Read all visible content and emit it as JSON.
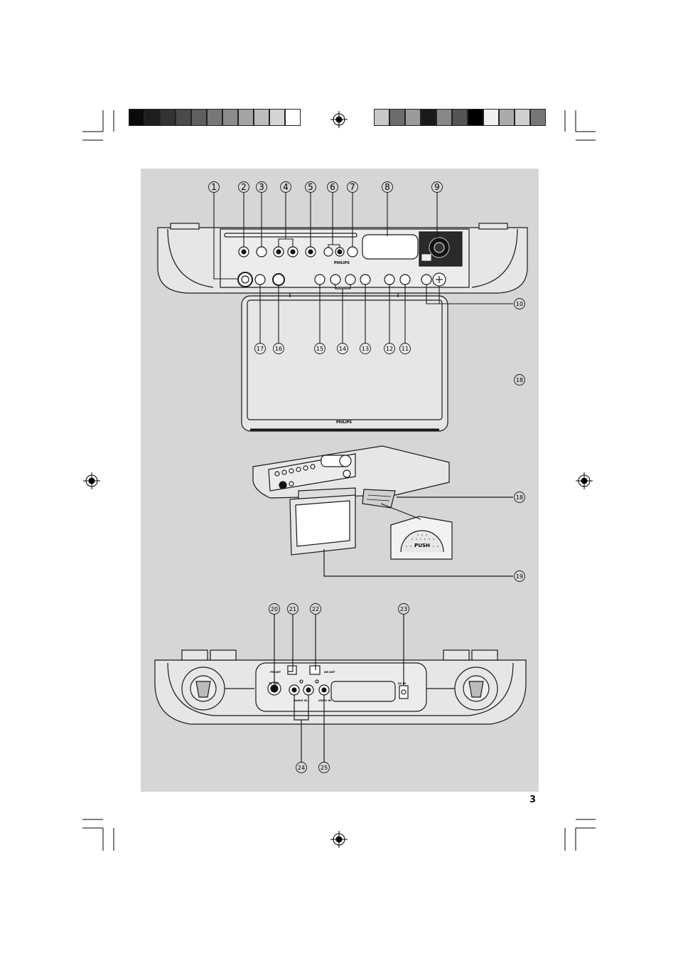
{
  "page": {
    "number": "3"
  },
  "print_marks": {
    "left_swatches": [
      "#0a0a0a",
      "#1e1e1e",
      "#333333",
      "#4a4a4a",
      "#5f5f5f",
      "#777777",
      "#8c8c8c",
      "#a3a3a3",
      "#bcbcbc",
      "#d4d4d4",
      "#ffffff"
    ],
    "right_swatches": [
      "#c8c8c8",
      "#6c6c6c",
      "#9a9a9a",
      "#1a1a1a",
      "#888888",
      "#555555",
      "#000000",
      "#f0f0f0",
      "#aaaaaa",
      "#d0d0d0",
      "#777777"
    ]
  },
  "colors": {
    "panel": "#d6d6d6",
    "device_body": "#e6e6e6",
    "line": "#1a1a1a"
  },
  "top_view": {
    "brand_cd": "PHILIPS",
    "brand_screen": "PHILIPS",
    "callouts_top": [
      "1",
      "2",
      "3",
      "4",
      "5",
      "6",
      "7",
      "8",
      "9"
    ],
    "callouts_bottom": [
      "17",
      "16",
      "15",
      "14",
      "13",
      "12",
      "11"
    ],
    "callout_right_10": "10",
    "callout_right_18": "18"
  },
  "middle_view": {
    "push_label": "PUSH",
    "callout_18": "18",
    "callout_19": "19"
  },
  "rear_view": {
    "labels": {
      "tv_ant": "TV ANT",
      "fm_ant": "FM ANT",
      "am_ant": "AM ANT",
      "dc_in": "DC IN",
      "audio_in": "AUDIO IN L",
      "video_in": "VIDEO IN"
    },
    "callouts_top": [
      "20",
      "21",
      "22",
      "23"
    ],
    "callouts_bottom": [
      "24",
      "25"
    ]
  }
}
